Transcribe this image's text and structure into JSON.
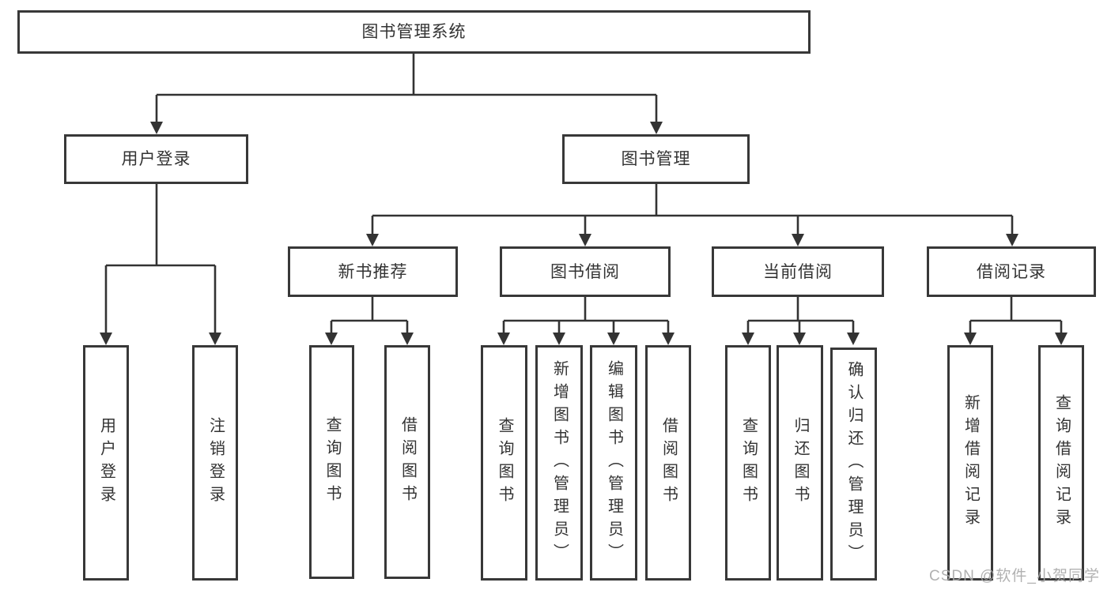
{
  "tree": {
    "root": {
      "label": "图书管理系统"
    },
    "children": [
      {
        "label": "用户登录",
        "children": [
          {
            "label": "用户登录"
          },
          {
            "label": "注销登录"
          }
        ]
      },
      {
        "label": "图书管理",
        "children": [
          {
            "label": "新书推荐",
            "children": [
              {
                "label": "查询图书"
              },
              {
                "label": "借阅图书"
              }
            ]
          },
          {
            "label": "图书借阅",
            "children": [
              {
                "label": "查询图书"
              },
              {
                "label": "新增图书（管理员）"
              },
              {
                "label": "编辑图书（管理员）"
              },
              {
                "label": "借阅图书"
              }
            ]
          },
          {
            "label": "当前借阅",
            "children": [
              {
                "label": "查询图书"
              },
              {
                "label": "归还图书"
              },
              {
                "label": "确认归还（管理员）"
              }
            ]
          },
          {
            "label": "借阅记录",
            "children": [
              {
                "label": "新增借阅记录"
              },
              {
                "label": "查询借阅记录"
              }
            ]
          }
        ]
      }
    ]
  },
  "watermark": {
    "text": "CSDN @软件_小贺同学"
  },
  "colors": {
    "line": "#333333",
    "box_border": "#383838",
    "box_fill": "#ffffff",
    "text": "#333333",
    "watermark": "#a8a8a8"
  }
}
